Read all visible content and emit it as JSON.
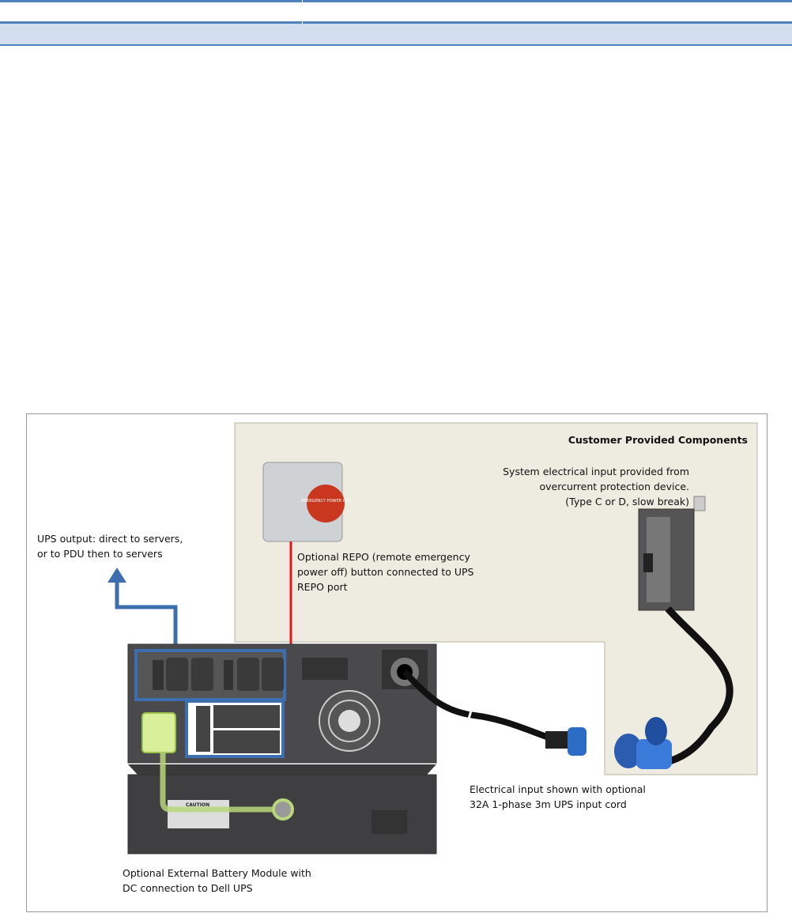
{
  "diagram": {
    "customer_box_title": "Customer Provided Components",
    "breaker_label": [
      "System electrical input provided from",
      "overcurrent protection device.",
      "(Type C or D, slow break)"
    ],
    "ups_output_label": [
      "UPS output: direct to servers,",
      "or to PDU then to servers"
    ],
    "repo_label": [
      "Optional REPO (remote emergency",
      "power off) button connected to UPS",
      "REPO port"
    ],
    "input_cord_label": [
      "Electrical input shown with optional",
      "32A 1-phase 3m UPS input cord"
    ],
    "ebm_label": [
      "Optional External Battery Module with",
      "DC connection to Dell UPS"
    ],
    "repo_button_text": "EMERGENCY POWER OFF",
    "caution_text": "CAUTION",
    "colors": {
      "output_path": "#3d6fb0",
      "repo_wire": "#e8141b",
      "battery_path": "#b7d77a",
      "customer_panel": "#eeebe0"
    }
  }
}
